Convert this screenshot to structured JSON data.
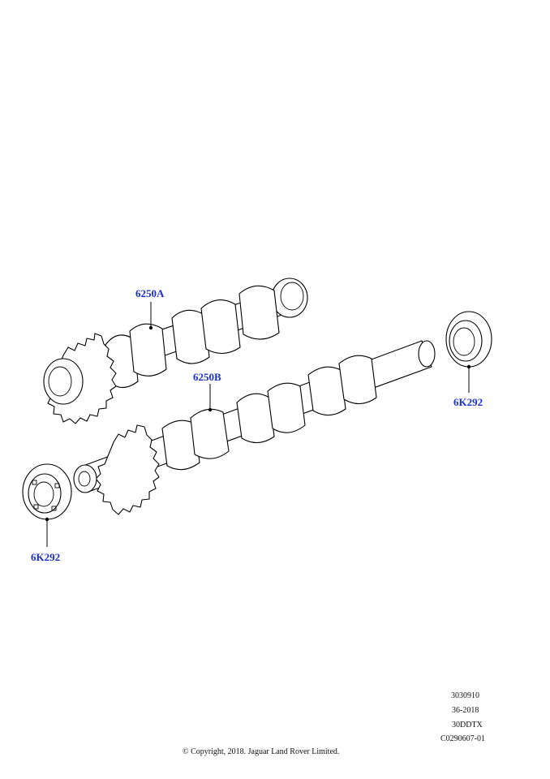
{
  "callouts": {
    "cam_a": "6250A",
    "cam_b": "6250B",
    "seal_right": "6K292",
    "seal_left": "6K292"
  },
  "footer": {
    "codes": [
      "3030910",
      "36-2018",
      "30DDTX",
      "C0290607-01"
    ],
    "copyright": "© Copyright, 2018. Jaguar Land Rover Limited."
  }
}
